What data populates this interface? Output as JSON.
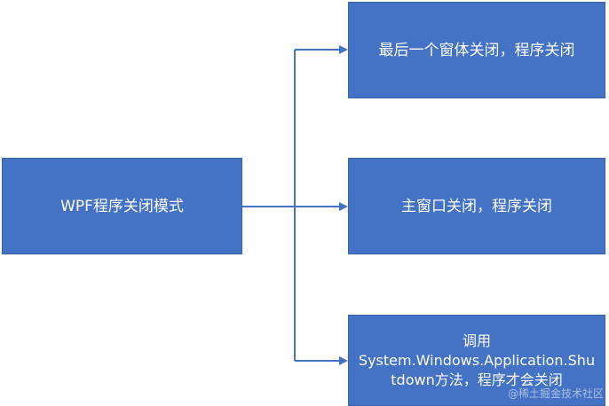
{
  "root": {
    "label": "WPF程序关闭模式"
  },
  "branches": [
    {
      "label": "最后一个窗体关闭，程序关闭"
    },
    {
      "label": "主窗口关闭，程序关闭"
    },
    {
      "lines": [
        "调用",
        "System.Windows.Application.Shu",
        "tdown方法，程序才会关闭"
      ]
    }
  ],
  "watermark": "@稀土掘金技术社区",
  "colors": {
    "box_fill": "#4472c4",
    "connector": "#4472c4",
    "text": "#ffffff"
  }
}
